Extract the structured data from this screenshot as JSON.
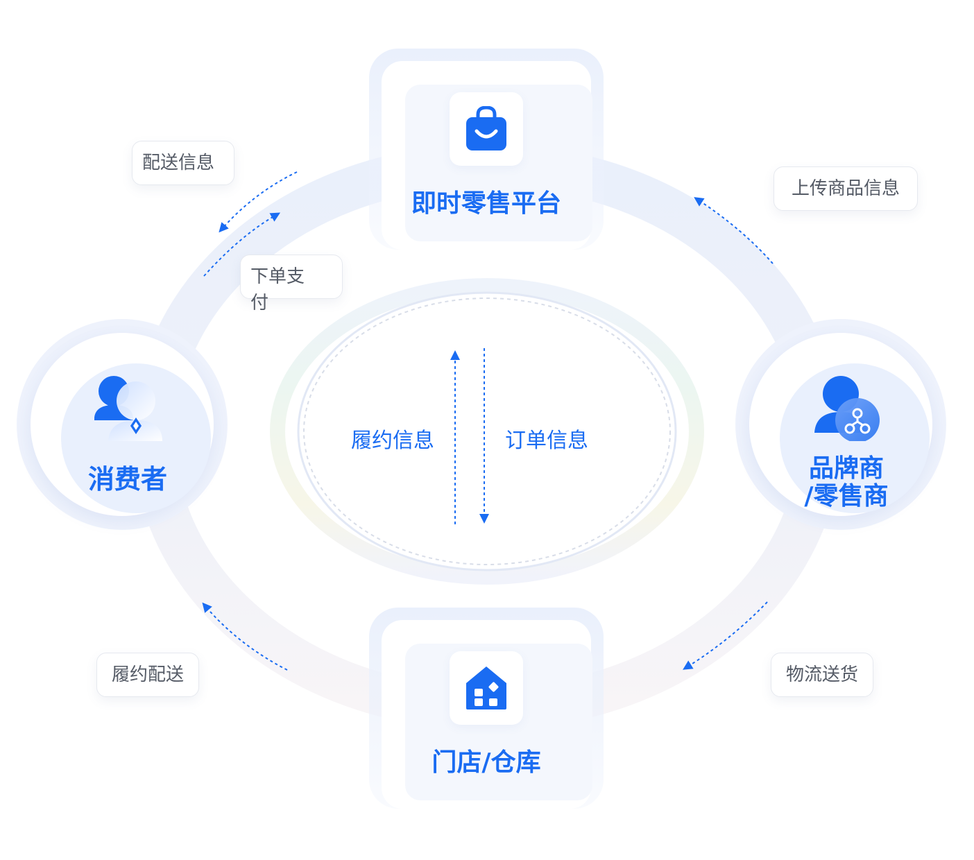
{
  "nodes": {
    "platform": {
      "label": "即时零售平台",
      "icon": "shopping-bag-icon"
    },
    "consumer": {
      "label": "消费者",
      "icon": "user-icon"
    },
    "brand": {
      "label_line1": "品牌商",
      "label_line2": "/零售商",
      "icon": "user-network-icon"
    },
    "store": {
      "label": "门店/仓库",
      "icon": "store-icon"
    }
  },
  "flows": {
    "delivery_info": "配送信息",
    "order_pay": "下单支付",
    "upload_goods": "上传商品信息",
    "fulfill_delivery": "履约配送",
    "logistics": "物流送货"
  },
  "center": {
    "fulfill_info": "履约信息",
    "order_info": "订单信息"
  },
  "colors": {
    "accent": "#1a6cf2",
    "text_gray": "#555b66",
    "ring": "#eef2fb"
  }
}
